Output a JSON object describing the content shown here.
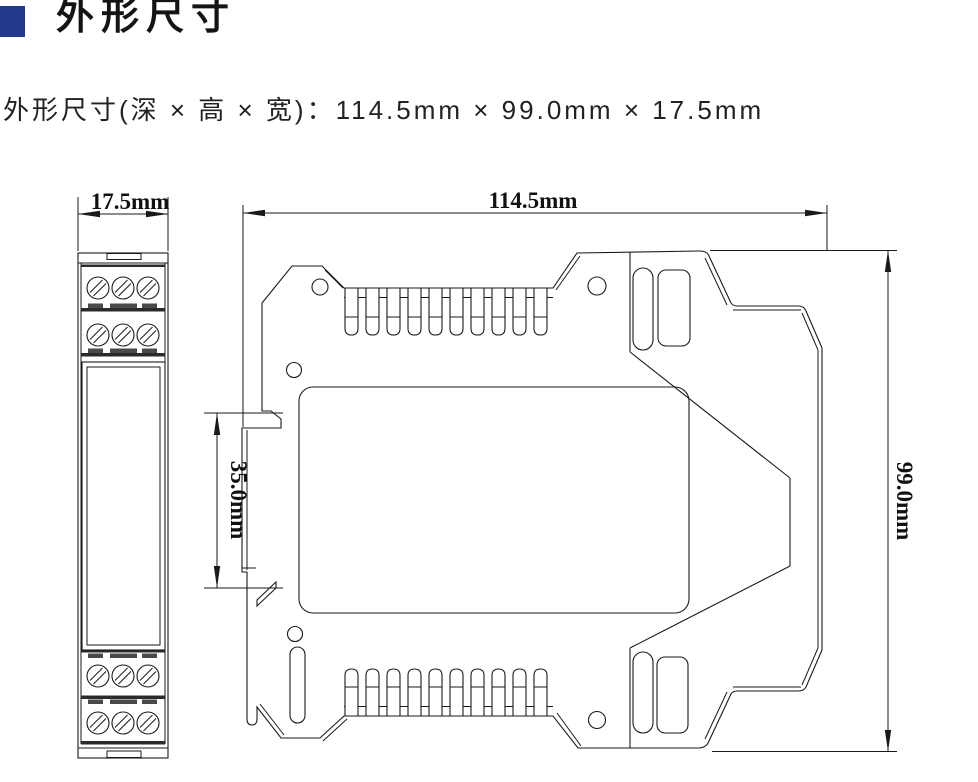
{
  "title": {
    "text": "外形尺寸"
  },
  "subtitle": {
    "label": "外形尺寸(深 × 高 × 宽)：",
    "value": "114.5mm × 99.0mm × 17.5mm"
  },
  "dimensions": {
    "width": "17.5mm",
    "depth": "114.5mm",
    "height": "99.0mm",
    "din_rail": "35.0mm"
  },
  "colors": {
    "accent_blue": "#21398c",
    "line": "#1a1a1a",
    "background": "#ffffff"
  }
}
